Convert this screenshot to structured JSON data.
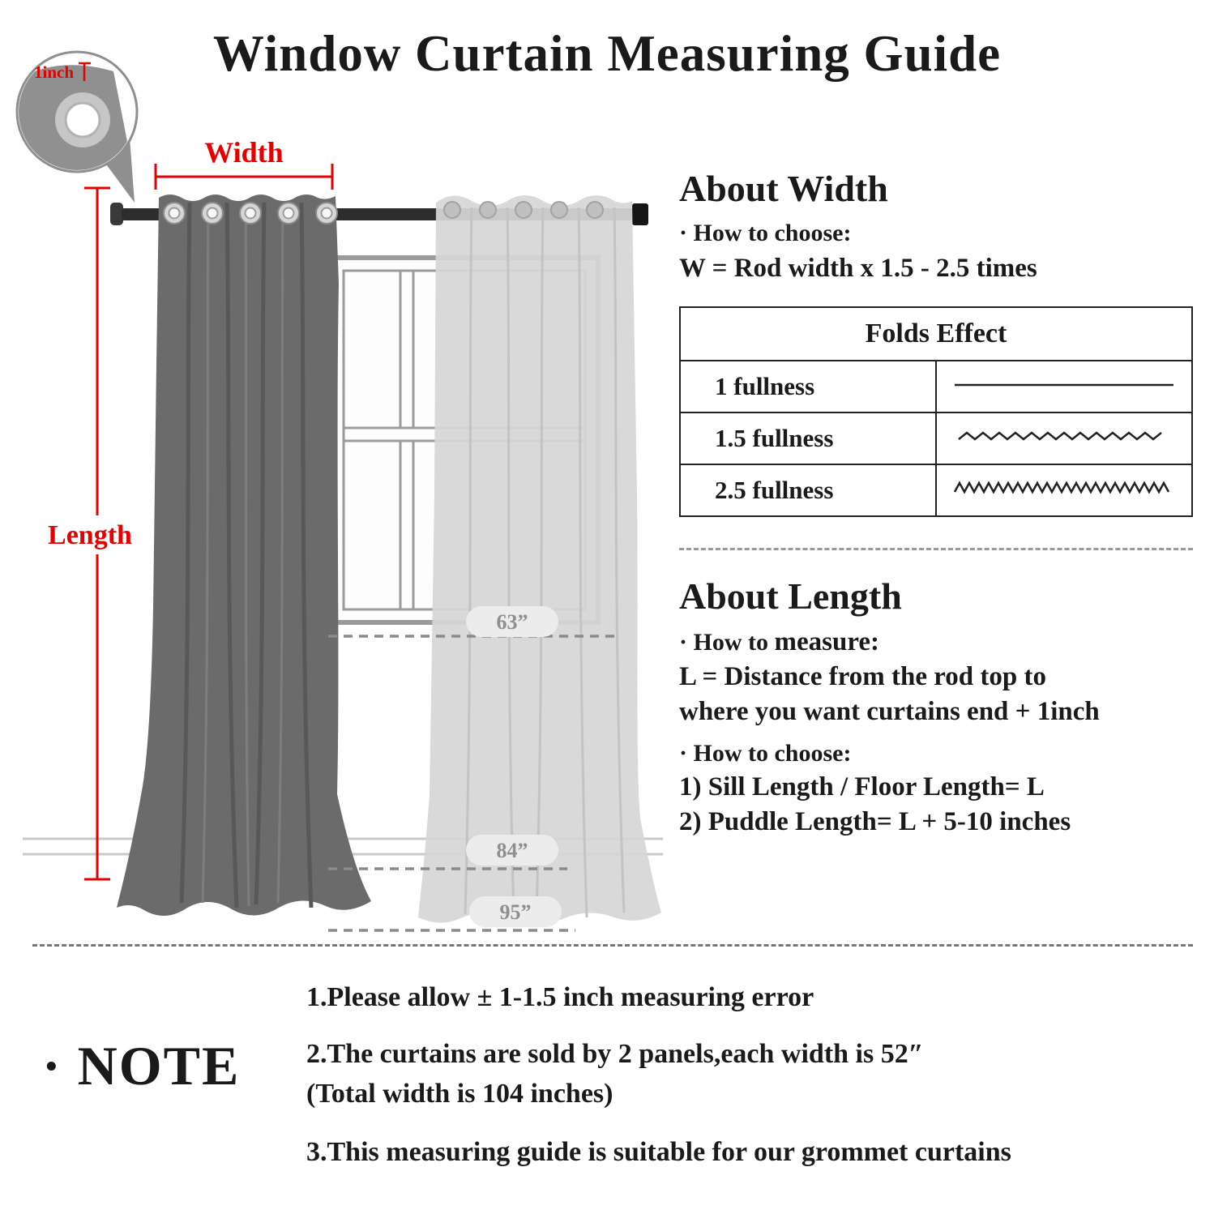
{
  "title": "Window Curtain Measuring Guide",
  "illustration": {
    "magnifier_label": "1inch",
    "width_label": "Width",
    "length_label": "Length",
    "marks": [
      {
        "label": "63”"
      },
      {
        "label": "84”"
      },
      {
        "label": "95”"
      }
    ]
  },
  "about_width": {
    "heading": "About Width",
    "line1": "· How to choose:",
    "formula": "W = Rod width x 1.5 - 2.5 times",
    "folds_table": {
      "header": "Folds Effect",
      "rows": [
        {
          "label": "1 fullness",
          "line_style": "straight"
        },
        {
          "label": "1.5 fullness",
          "line_style": "zigzag"
        },
        {
          "label": "2.5 fullness",
          "line_style": "dense-zigzag"
        }
      ]
    }
  },
  "about_length": {
    "heading": "About Length",
    "measure_prefix": "· How to ",
    "measure_word": "measure:",
    "formula_line1": "L = Distance from the rod top to",
    "formula_line2": "where you want curtains end + 1inch",
    "choose": "· How to choose:",
    "option1": "1)  Sill Length / Floor Length= L",
    "option2": "2)  Puddle Length= L + 5-10 inches"
  },
  "note": {
    "label": "· NOTE",
    "item1": "1.Please allow ± 1-1.5 inch measuring error",
    "item2": "2.The curtains are sold by 2 panels,each width is 52″\n(Total width is 104 inches)",
    "item3": "3.This measuring guide is suitable for our grommet curtains"
  }
}
